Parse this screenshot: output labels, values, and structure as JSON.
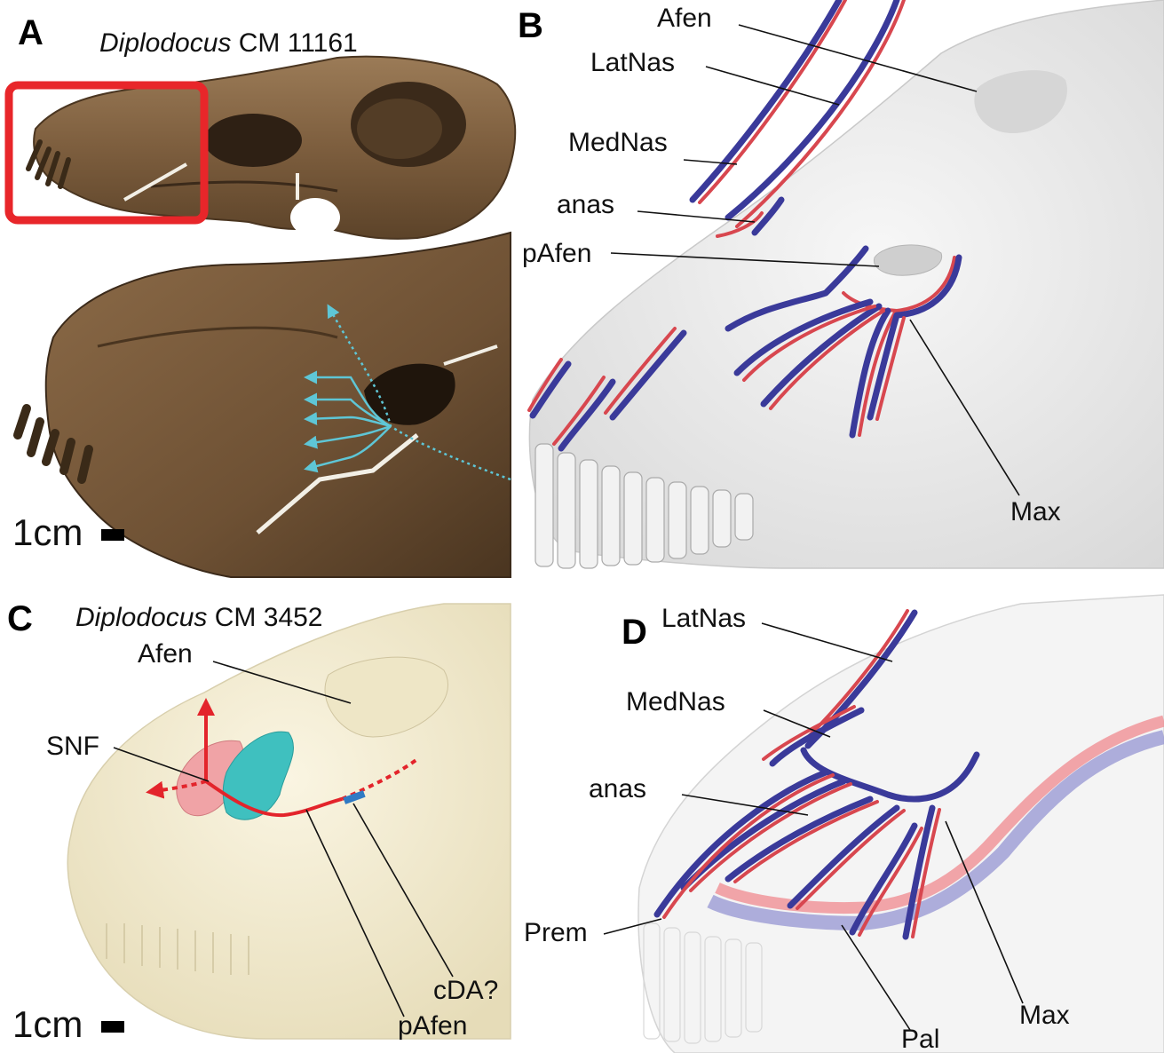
{
  "panels": {
    "A": {
      "letter": "A",
      "title_italic": "Diplodocus",
      "title_specimen": "CM 11161",
      "scale_label": "1cm"
    },
    "B": {
      "letter": "B",
      "labels": {
        "afen": "Afen",
        "latnas": "LatNas",
        "mednas": "MedNas",
        "anas": "anas",
        "pafen": "pAfen",
        "max": "Max"
      }
    },
    "C": {
      "letter": "C",
      "title_italic": "Diplodocus",
      "title_specimen": "CM 3452",
      "scale_label": "1cm",
      "labels": {
        "afen": "Afen",
        "snf": "SNF",
        "cda": "cDA?",
        "pafen": "pAfen"
      }
    },
    "D": {
      "letter": "D",
      "labels": {
        "latnas": "LatNas",
        "mednas": "MedNas",
        "anas": "anas",
        "prem": "Prem",
        "max": "Max",
        "pal": "Pal"
      }
    }
  },
  "colors": {
    "artery": "#d8474f",
    "vein": "#3a3a9a",
    "highlight_box": "#e8262a",
    "flow_arrows": "#5ec6d6",
    "fossil_bone": "#8a6a45",
    "ct_bone": "#f5efd6",
    "model_bone": "#ededed"
  }
}
